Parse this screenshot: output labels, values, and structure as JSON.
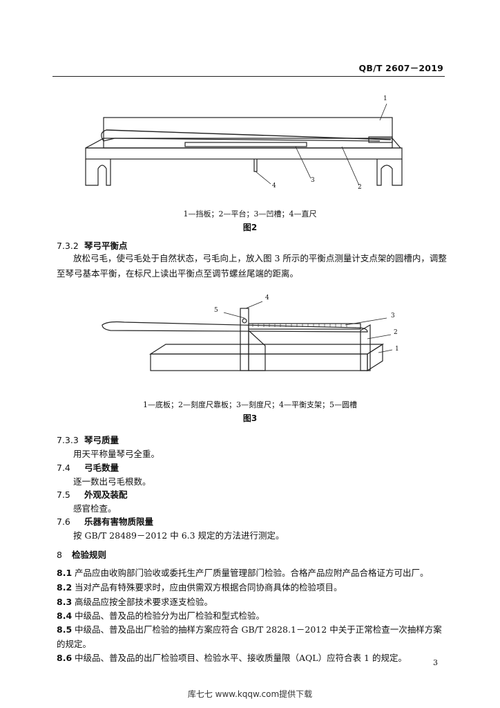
{
  "header": {
    "standard_no": "QB/T 2607－2019"
  },
  "figure2": {
    "caption": "1—挡板；2—平台；3—凹槽；4—直尺",
    "label": "图2",
    "callouts": [
      "1",
      "2",
      "3",
      "4"
    ]
  },
  "section_7_3_2": {
    "num": "7.3.2",
    "title": "琴弓平衡点",
    "text": "放松弓毛，使弓毛处于自然状态，弓毛向上，放入图 3 所示的平衡点测量计支点架的圆槽内，调整至琴弓基本平衡，在标尺上读出平衡点至调节螺丝尾端的距离。"
  },
  "figure3": {
    "caption": "1—底板；2—刻度尺靠板；3—刻度尺；4—平衡支架；5—圆槽",
    "label": "图3",
    "callouts": [
      "1",
      "2",
      "3",
      "4",
      "5"
    ]
  },
  "section_7_3_3": {
    "num": "7.3.3",
    "title": "琴弓质量",
    "text": "用天平称量琴弓全重。"
  },
  "section_7_4": {
    "num": "7.4",
    "title": "弓毛数量",
    "text": "逐一数出弓毛根数。"
  },
  "section_7_5": {
    "num": "7.5",
    "title": "外观及装配",
    "text": "感官检查。"
  },
  "section_7_6": {
    "num": "7.6",
    "title": "乐器有害物质限量",
    "text": "按 GB/T 28489－2012 中 6.3 规定的方法进行测定。"
  },
  "section_8": {
    "num": "8",
    "title": "检验规则"
  },
  "rules": [
    {
      "num": "8.1",
      "text": "产品应由收购部门验收或委托生产厂质量管理部门检验。合格产品应附产品合格证方可出厂。"
    },
    {
      "num": "8.2",
      "text": "当对产品有特殊要求时，应由供需双方根据合同协商具体的检验项目。"
    },
    {
      "num": "8.3",
      "text": "高级品应按全部技术要求逐支检验。"
    },
    {
      "num": "8.4",
      "text": "中级品、普及品的检验分为出厂检验和型式检验。"
    },
    {
      "num": "8.5",
      "text": "中级品、普及品出厂检验的抽样方案应符合 GB/T 2828.1－2012 中关于正常检查一次抽样方案的规定。"
    },
    {
      "num": "8.6",
      "text": "中级品、普及品的出厂检验项目、检验水平、接收质量限（AQL）应符合表 1 的规定。"
    }
  ],
  "page_number": "3",
  "footer": "库七七 www.kqqw.com提供下载"
}
